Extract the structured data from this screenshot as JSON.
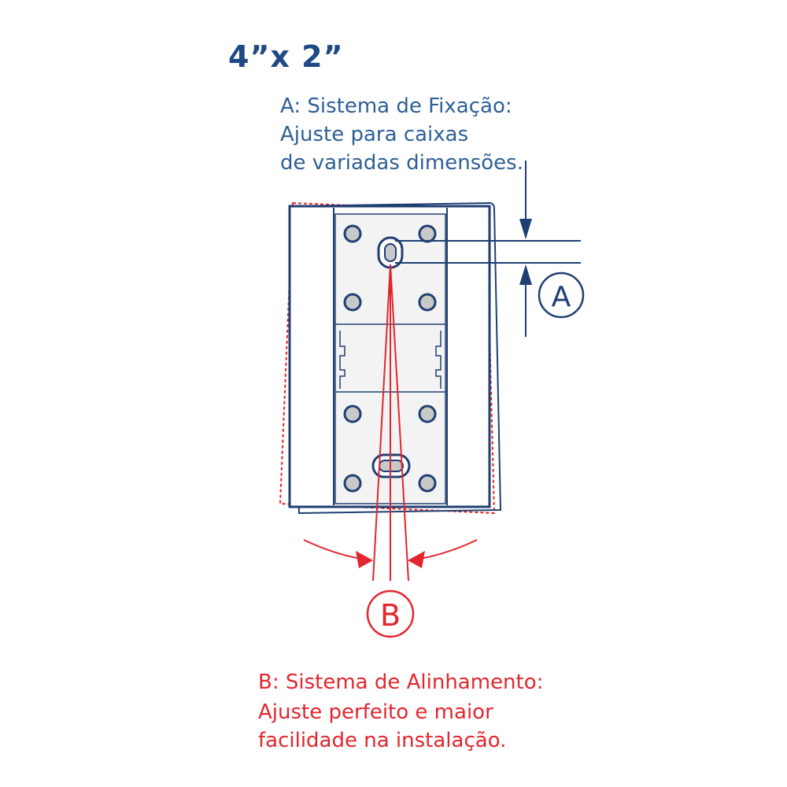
{
  "title": "4”x 2”",
  "note_a": {
    "line1": "A: Sistema de Fixação:",
    "line2": "Ajuste para caixas",
    "line3": "de variadas dimensões."
  },
  "note_b": {
    "line1": "B: Sistema de Alinhamento:",
    "line2": "Ajuste perfeito e maior",
    "line3": "facilidade na instalação."
  },
  "markers": {
    "a": "A",
    "b": "B"
  },
  "colors": {
    "title": "#1f4a86",
    "navy": "#1f3f72",
    "blue_text": "#2f5f96",
    "red": "#e3262d",
    "plate_fill": "#f3f3f3",
    "hole_fill": "#c9c9c9"
  }
}
